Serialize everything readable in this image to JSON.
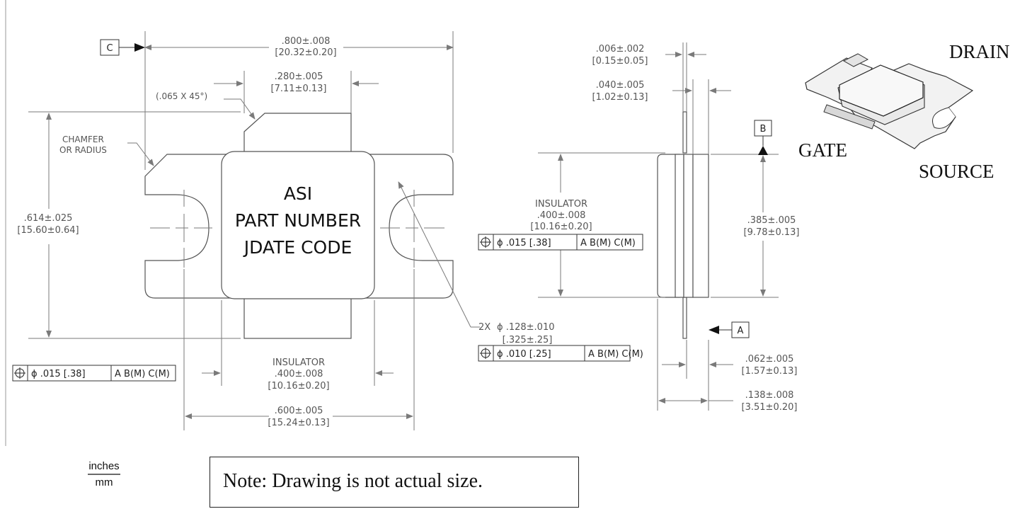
{
  "dimensions": {
    "width_total": {
      "in": ".800±.008",
      "mm": "[20.32±0.20]"
    },
    "tab_width": {
      "in": ".280±.005",
      "mm": "[7.11±0.13]"
    },
    "chamfer_note": "(.065 X 45°)",
    "chamfer_label": [
      "CHAMFER",
      "OR RADIUS"
    ],
    "height_total": {
      "in": ".614±.025",
      "mm": "[15.60±0.64]"
    },
    "insulator_bottom": {
      "label": "INSULATOR",
      "in": ".400±.008",
      "mm": "[10.16±0.20]"
    },
    "hole_spacing": {
      "in": ".600±.005",
      "mm": "[15.24±0.13]"
    },
    "hole_dia": {
      "prefix": "2X",
      "in": "ϕ .128±.010",
      "mm": "[.325±.25]"
    },
    "side_thin": {
      "in": ".006±.002",
      "mm": "[0.15±0.05]"
    },
    "side_lid": {
      "in": ".040±.005",
      "mm": "[1.02±0.13]"
    },
    "insulator_side": {
      "label": "INSULATOR",
      "in": ".400±.008",
      "mm": "[10.16±0.20]"
    },
    "side_height": {
      "in": ".385±.005",
      "mm": "[9.78±0.13]"
    },
    "flange_thk": {
      "in": ".062±.005",
      "mm": "[1.57±0.13]"
    },
    "total_thk": {
      "in": ".138±.008",
      "mm": "[3.51±0.20]"
    }
  },
  "datums": {
    "a": "A",
    "b": "B",
    "c": "C"
  },
  "fcf": {
    "bottom_left": {
      "tol": "ϕ .015 [.38]",
      "refs": "A B(M) C(M)"
    },
    "hole": {
      "tol": "ϕ .010 [.25]",
      "refs": "A B(M) C(M)"
    },
    "side": {
      "tol": "ϕ .015 [.38]",
      "refs": "A B(M) C(M)"
    }
  },
  "body_text": [
    "ASI",
    "PART NUMBER",
    "JDATE CODE"
  ],
  "pins": {
    "drain": "DRAIN",
    "gate": "GATE",
    "source": "SOURCE"
  },
  "units": {
    "top": "inches",
    "bottom": "mm"
  },
  "note": "Note: Drawing is not actual size."
}
